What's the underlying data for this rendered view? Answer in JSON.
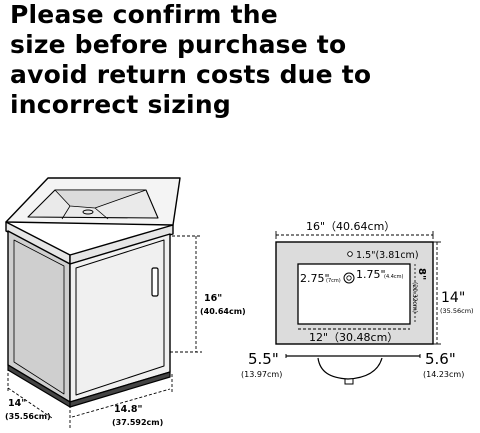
{
  "warning_lines": [
    "Please confirm the",
    "size before purchase to",
    "avoid return costs due to",
    "incorrect sizing"
  ],
  "vanity": {
    "height_in": "16\"",
    "height_cm": "(40.64cm)",
    "depth_in": "14\"",
    "depth_cm": "(35.56cm)",
    "width_in": "14.8\"",
    "width_cm": "(37.592cm)"
  },
  "top_view": {
    "width": "16\"（40.64cm）",
    "drain_offset": "1.5\"(3.81cm)",
    "left_in": "2.75\"",
    "left_cm": "(7cm)",
    "drain_dia_in": "1.75\"",
    "drain_dia_cm": "(4.4cm)",
    "basin_depth_in": "8\"",
    "basin_depth_cm": "(20.32cm)",
    "depth_in": "14\"",
    "depth_cm": "(35.56cm)",
    "basin_width": "12\"（30.48cm）"
  },
  "side_view": {
    "left_in": "5.5\"",
    "left_cm": "(13.97cm)",
    "right_in": "5.6\"",
    "right_cm": "(14.23cm)"
  }
}
